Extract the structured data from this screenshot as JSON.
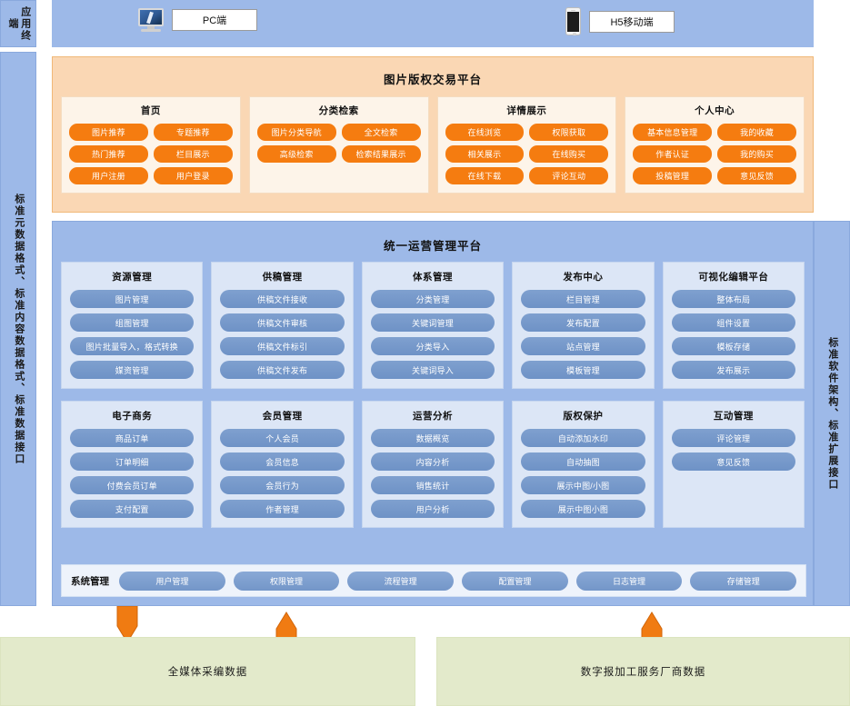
{
  "rails": {
    "app_terminal": "应用终端",
    "left_standards": "标准元数据格式、标准内容数据格式、标准数据接口",
    "right_standards": "标准软件架构、标准扩展接口"
  },
  "terminals": [
    {
      "icon": "desktop-monitor-icon",
      "label": "PC端"
    },
    {
      "icon": "mobile-phone-icon",
      "label": "H5移动端"
    }
  ],
  "orange_platform": {
    "title": "图片版权交易平台",
    "accent": "#f57c10",
    "background": "#fad7b4",
    "cards": [
      {
        "title": "首页",
        "items": [
          "图片推荐",
          "专题推荐",
          "热门推荐",
          "栏目展示",
          "用户注册",
          "用户登录"
        ]
      },
      {
        "title": "分类检索",
        "items": [
          "图片分类导航",
          "全文检索",
          "高级检索",
          "检索结果展示"
        ]
      },
      {
        "title": "详情展示",
        "items": [
          "在线浏览",
          "权限获取",
          "相关展示",
          "在线购买",
          "在线下载",
          "评论互动"
        ]
      },
      {
        "title": "个人中心",
        "items": [
          "基本信息管理",
          "我的收藏",
          "作者认证",
          "我的购买",
          "投稿管理",
          "意见反馈"
        ]
      }
    ]
  },
  "blue_platform": {
    "title": "统一运营管理平台",
    "accent": "#7396c8",
    "background": "#9db9e8",
    "row1": [
      {
        "title": "资源管理",
        "items": [
          "图片管理",
          "组图管理",
          "图片批量导入，格式转换",
          "媒资管理"
        ]
      },
      {
        "title": "供稿管理",
        "items": [
          "供稿文件接收",
          "供稿文件审核",
          "供稿文件标引",
          "供稿文件发布"
        ]
      },
      {
        "title": "体系管理",
        "items": [
          "分类管理",
          "关键词管理",
          "分类导入",
          "关键词导入"
        ]
      },
      {
        "title": "发布中心",
        "items": [
          "栏目管理",
          "发布配置",
          "站点管理",
          "模板管理"
        ]
      },
      {
        "title": "可视化编辑平台",
        "items": [
          "整体布局",
          "组件设置",
          "模板存储",
          "发布展示"
        ]
      }
    ],
    "row2": [
      {
        "title": "电子商务",
        "items": [
          "商品订单",
          "订单明细",
          "付费会员订单",
          "支付配置"
        ]
      },
      {
        "title": "会员管理",
        "items": [
          "个人会员",
          "会员信息",
          "会员行为",
          "作者管理"
        ]
      },
      {
        "title": "运营分析",
        "items": [
          "数据概览",
          "内容分析",
          "销售统计",
          "用户分析"
        ]
      },
      {
        "title": "版权保护",
        "items": [
          "自动添加水印",
          "自动抽图",
          "展示中图/小图",
          "展示中图小图"
        ]
      },
      {
        "title": "互动管理",
        "items": [
          "评论管理",
          "意见反馈"
        ]
      }
    ],
    "system_bar": {
      "title": "系统管理",
      "items": [
        "用户管理",
        "权限管理",
        "流程管理",
        "配置管理",
        "日志管理",
        "存储管理"
      ]
    }
  },
  "arrows": [
    {
      "name": "arrow-down-orange",
      "direction": "down",
      "color": "#f07b12"
    },
    {
      "name": "arrow-up-orange-left",
      "direction": "up",
      "color": "#f07b12"
    },
    {
      "name": "arrow-up-orange-right",
      "direction": "up",
      "color": "#f07b12"
    }
  ],
  "data_sources": [
    {
      "label": "全媒体采编数据"
    },
    {
      "label": "数字报加工服务厂商数据"
    }
  ]
}
